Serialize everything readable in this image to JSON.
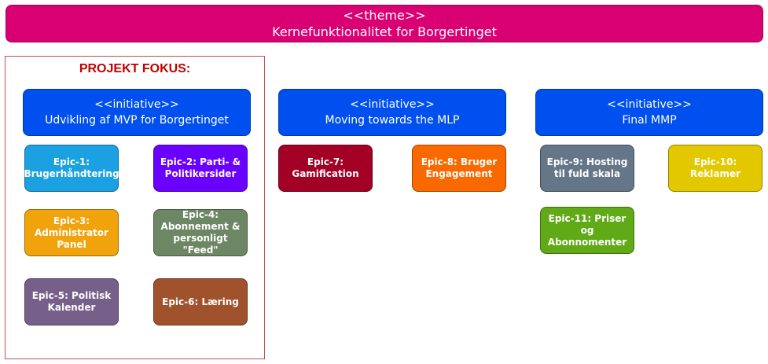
{
  "colors": {
    "theme": "#d80073",
    "initiative": "#0050ef",
    "focus_frame": "#b85450",
    "focus_title": "#c00000"
  },
  "theme": {
    "stereotype": "<<theme>>",
    "title": "Kernefunktionalitet for Borgertinget"
  },
  "focus": {
    "title": "PROJEKT FOKUS:"
  },
  "initiatives": [
    {
      "stereotype": "<<initiative>>",
      "title": "Udvikling af MVP for Borgertinget"
    },
    {
      "stereotype": "<<initiative>>",
      "title": "Moving towards the MLP"
    },
    {
      "stereotype": "<<initiative>>",
      "title": "Final MMP"
    }
  ],
  "epics": [
    {
      "label": "Epic-1: Brugerhåndtering",
      "color": "#1ba1e2"
    },
    {
      "label": "Epic-2: Parti- & Politikersider",
      "color": "#6a00ff"
    },
    {
      "label": "Epic-3: Administrator Panel",
      "color": "#f0a30a"
    },
    {
      "label": "Epic-4: Abonnement & personligt \"Feed\"",
      "color": "#6d8764"
    },
    {
      "label": "Epic-5: Politisk Kalender",
      "color": "#76608a"
    },
    {
      "label": "Epic-6: Læring",
      "color": "#a0522d"
    },
    {
      "label": "Epic-7: Gamification",
      "color": "#a20025"
    },
    {
      "label": "Epic-8: Bruger Engagement",
      "color": "#fa6800"
    },
    {
      "label": "Epic-9: Hosting til fuld skala",
      "color": "#647687"
    },
    {
      "label": "Epic-10: Reklamer",
      "color": "#e3c800"
    },
    {
      "label": "Epic-11: Priser og Abonnomenter",
      "color": "#60a917"
    }
  ]
}
